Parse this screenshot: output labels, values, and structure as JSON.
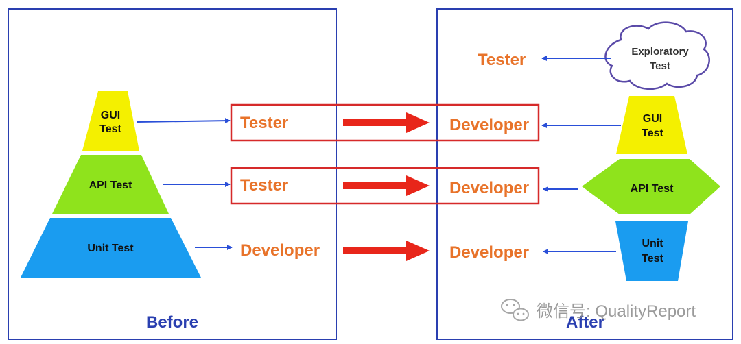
{
  "colors": {
    "panel_border": "#2a3fb0",
    "title": "#2a3fb0",
    "role_text": "#e8732a",
    "gui_fill": "#f4f000",
    "api_fill": "#8fe31c",
    "unit_fill": "#1a9cf0",
    "blue_arrow": "#2a4fd8",
    "red_arrow": "#e8261a",
    "highlight_box": "#d62a2a",
    "cloud_border": "#5a4aa8"
  },
  "before": {
    "title": "Before",
    "gui_label_1": "GUI",
    "gui_label_2": "Test",
    "api_label": "API Test",
    "unit_label": "Unit Test",
    "gui_owner": "Tester",
    "api_owner": "Tester",
    "unit_owner": "Developer"
  },
  "after": {
    "title": "After",
    "exploratory_label_1": "Exploratory",
    "exploratory_label_2": "Test",
    "exploratory_owner": "Tester",
    "gui_label_1": "GUI",
    "gui_label_2": "Test",
    "api_label": "API Test",
    "unit_label_1": "Unit",
    "unit_label_2": "Test",
    "gui_owner": "Developer",
    "api_owner": "Developer",
    "unit_owner": "Developer"
  },
  "watermark": {
    "text": "微信号: QualityReport",
    "icon": "wechat-icon"
  }
}
